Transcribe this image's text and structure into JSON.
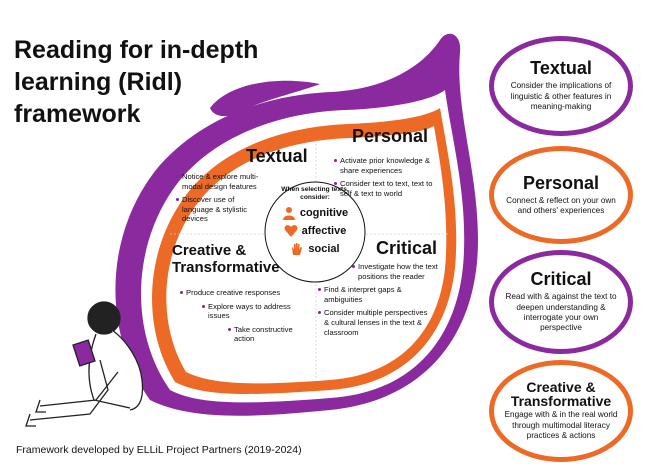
{
  "title": "Reading for in-depth learning (Ridl) framework",
  "footer": "Framework developed by ELLiL Project Partners (2019-2024)",
  "colors": {
    "purple": "#8b2a9e",
    "orange": "#ec6a25",
    "bullet": "#7b2c91"
  },
  "center": {
    "hint": "When selecting texts, consider:",
    "items": [
      {
        "label": "cognitive",
        "icon": "person-icon"
      },
      {
        "label": "affective",
        "icon": "heart-icon"
      },
      {
        "label": "social",
        "icon": "hand-icon"
      }
    ]
  },
  "sections": {
    "textual": {
      "title": "Textual",
      "bullets": [
        "Notice & explore multi-modal design features",
        "Discover use of language & stylistic devices"
      ]
    },
    "personal": {
      "title": "Personal",
      "bullets": [
        "Activate prior knowledge & share experiences",
        "Consider text to text, text to self & text to world"
      ]
    },
    "creative": {
      "title": "Creative & Transformative",
      "bullets": [
        "Produce creative responses",
        "Explore ways to address issues",
        "Take constructive action"
      ]
    },
    "critical": {
      "title": "Critical",
      "bullets": [
        "Investigate how the text positions the reader",
        "Find & interpret gaps & ambiguities",
        "Consider multiple perspectives & cultural lenses in the text & classroom"
      ]
    }
  },
  "ovals": [
    {
      "title": "Textual",
      "desc": "Consider the implications of linguistic & other features in meaning-making"
    },
    {
      "title": "Personal",
      "desc": "Connect & reflect on your own and others' experiences"
    },
    {
      "title": "Critical",
      "desc": "Read with & against the text to deepen understanding & interrogate your own perspective"
    },
    {
      "title": "Creative & Transformative",
      "desc": "Engage with & in the real world through multimodal literacy practices & actions"
    }
  ]
}
